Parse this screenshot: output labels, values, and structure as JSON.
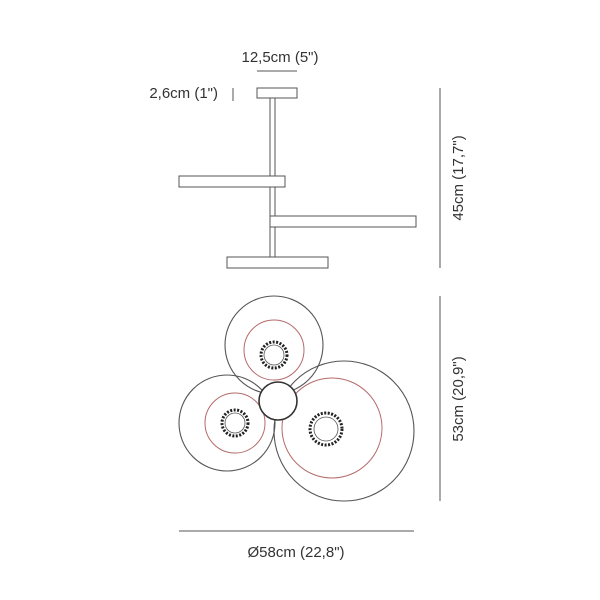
{
  "dimensions": {
    "canopy_width": "12,5cm (5\")",
    "canopy_height": "2,6cm (1\")",
    "total_height": "45cm (17,7\")",
    "depth": "53cm (20,9\")",
    "diameter": "Ø58cm (22,8\")"
  },
  "colors": {
    "line": "#555555",
    "accent": "#b56a6a",
    "text": "#333333"
  }
}
